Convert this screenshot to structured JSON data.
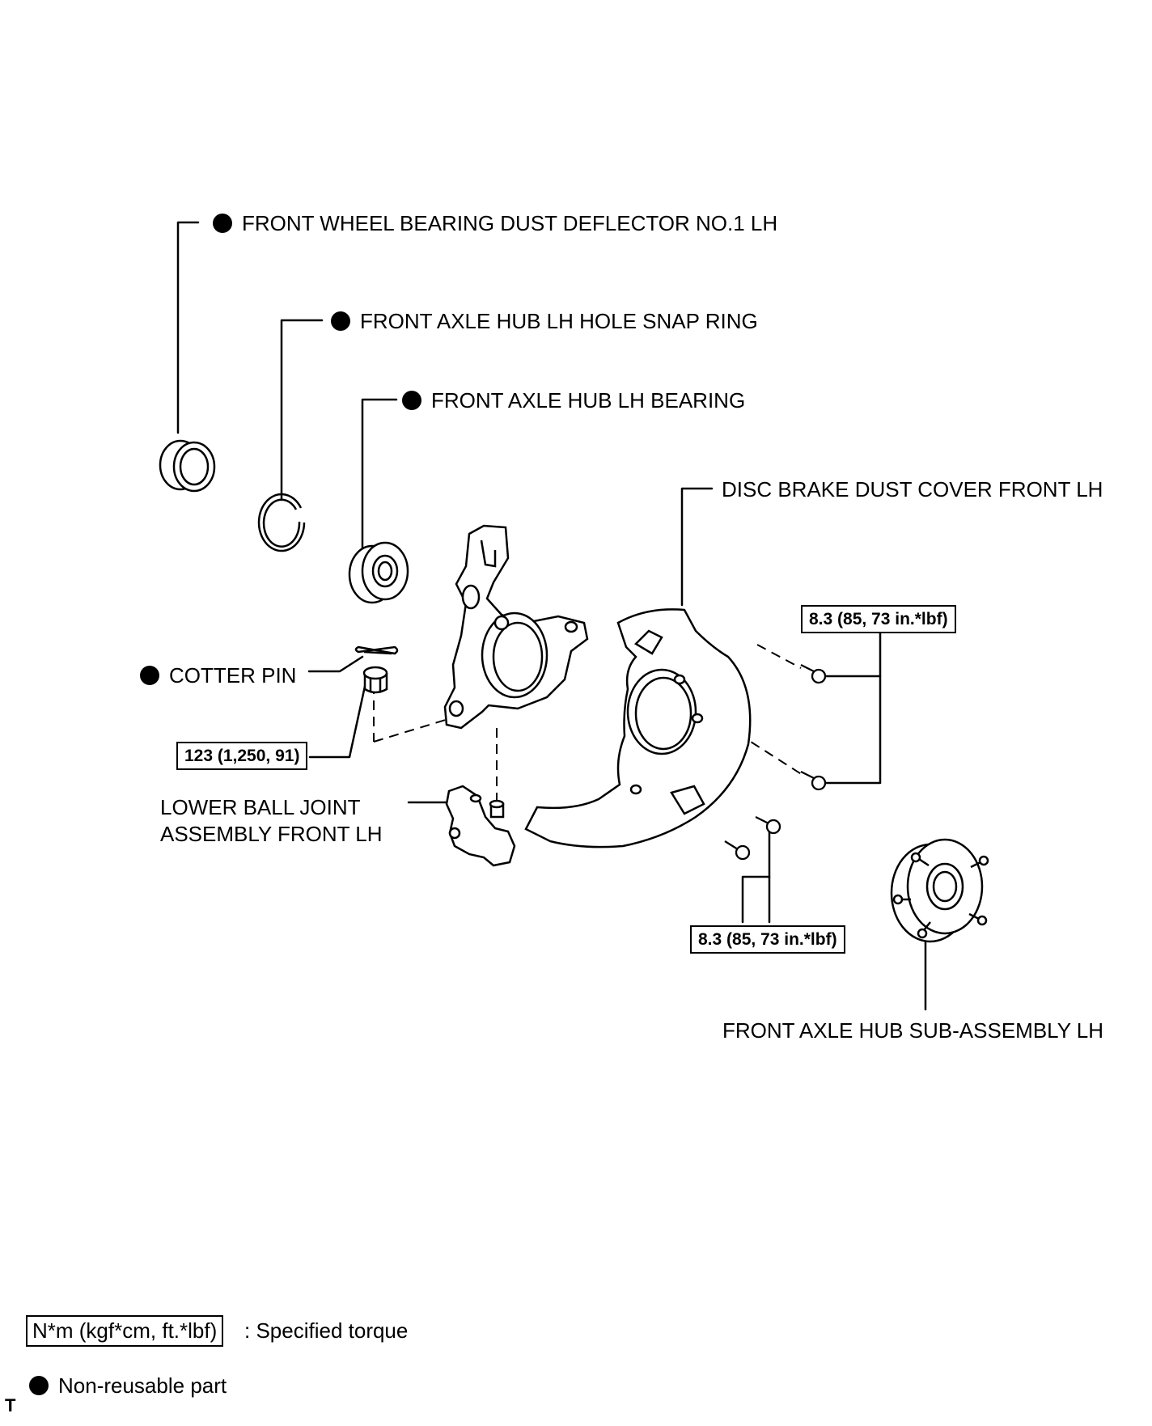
{
  "labels": {
    "dust_deflector": "FRONT WHEEL BEARING DUST DEFLECTOR NO.1 LH",
    "snap_ring": "FRONT AXLE HUB LH HOLE SNAP RING",
    "hub_bearing": "FRONT AXLE HUB LH BEARING",
    "disc_cover": "DISC BRAKE DUST COVER FRONT LH",
    "cotter_pin": "COTTER PIN",
    "lower_ball_joint_line1": "LOWER BALL JOINT",
    "lower_ball_joint_line2": "ASSEMBLY FRONT LH",
    "hub_sub_assembly": "FRONT AXLE HUB SUB-ASSEMBLY LH"
  },
  "torques": {
    "nut": "123 (1,250, 91)",
    "cover_upper": "8.3 (85, 73 in.*lbf)",
    "cover_lower": "8.3 (85, 73 in.*lbf)"
  },
  "legend": {
    "torque_unit": "N*m (kgf*cm, ft.*lbf)",
    "torque_desc": ": Specified torque",
    "nonreusable_desc": "Non-reusable part"
  },
  "corner_mark": "T"
}
